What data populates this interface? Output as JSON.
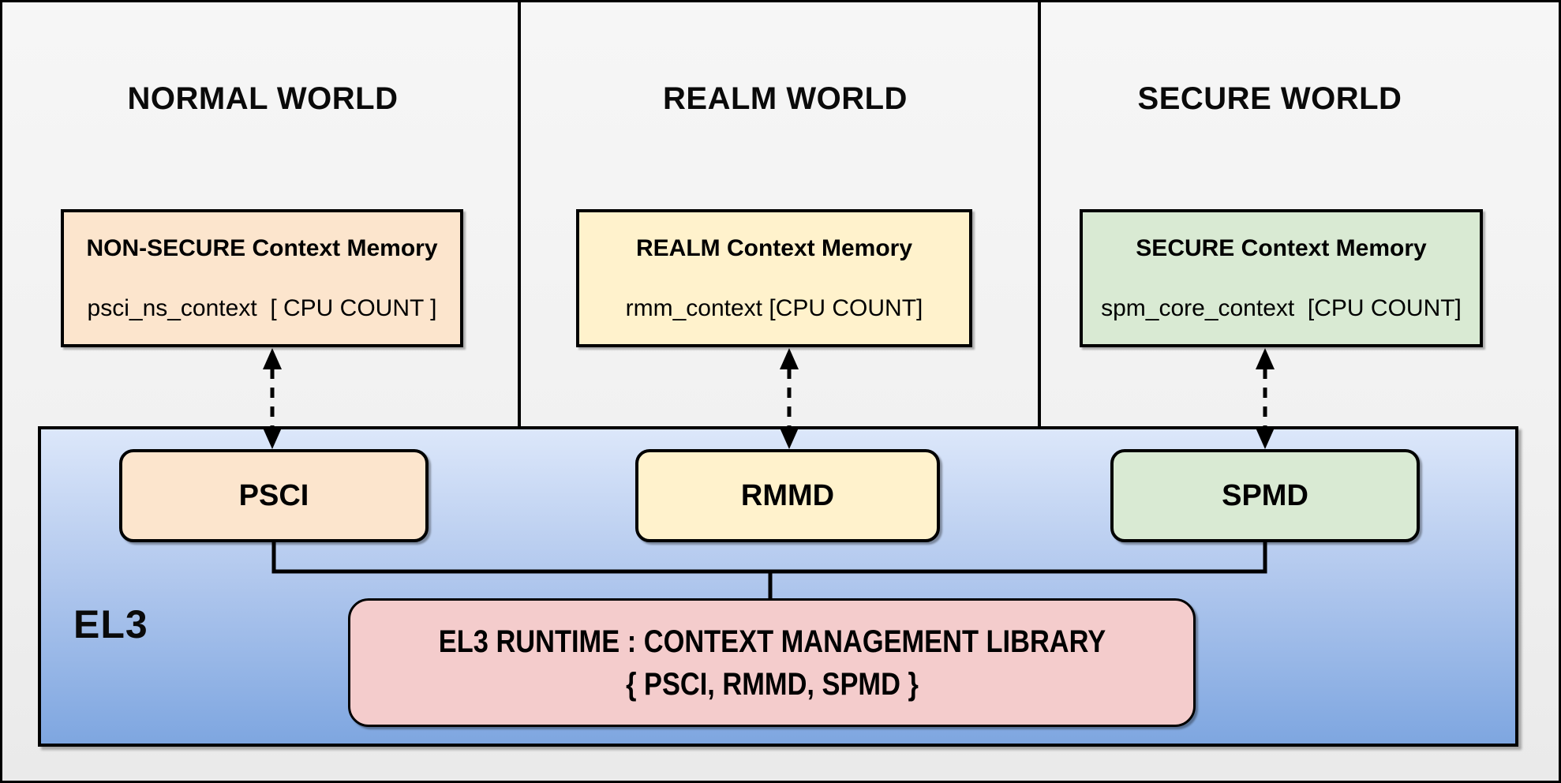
{
  "worlds": [
    {
      "title": "NORMAL WORLD",
      "memory_title": "NON-SECURE Context Memory",
      "memory_value": "psci_ns_context  [ CPU COUNT ]",
      "dispatcher": "PSCI",
      "fill_color": "#FCE5CD"
    },
    {
      "title": "REALM WORLD",
      "memory_title": "REALM Context Memory",
      "memory_value": "rmm_context [CPU COUNT]",
      "dispatcher": "RMMD",
      "fill_color": "#FFF2CC"
    },
    {
      "title": "SECURE WORLD",
      "memory_title": "SECURE Context Memory",
      "memory_value": "spm_core_context  [CPU COUNT]",
      "dispatcher": "SPMD",
      "fill_color": "#D9EAD3"
    }
  ],
  "el3": {
    "label": "EL3",
    "runtime_title": "EL3 RUNTIME : CONTEXT MANAGEMENT LIBRARY",
    "runtime_subtitle": "{ PSCI, RMMD, SPMD }",
    "runtime_fill_color": "#F4CCCC",
    "region_gradient_top": "#DCE7FA",
    "region_gradient_bottom": "#7EA6E0"
  },
  "line_color": "#000000"
}
